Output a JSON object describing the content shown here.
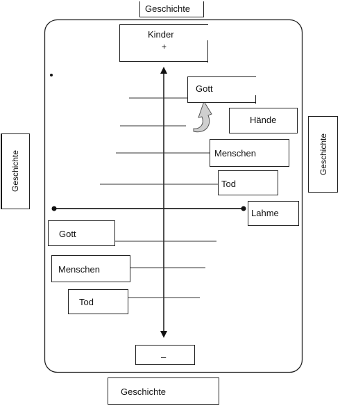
{
  "outside": {
    "top": "Geschichte",
    "left": "Geschichte",
    "right": "Geschichte",
    "bottom": "Geschichte"
  },
  "poles": {
    "top_line1": "Kinder",
    "top_line2": "+",
    "bottom": "–"
  },
  "upper_labels": [
    "Gott",
    "Hände",
    "Menschen",
    "Tod"
  ],
  "axis_label": "Lahme",
  "lower_labels": [
    "Gott",
    "Menschen",
    "Tod"
  ]
}
